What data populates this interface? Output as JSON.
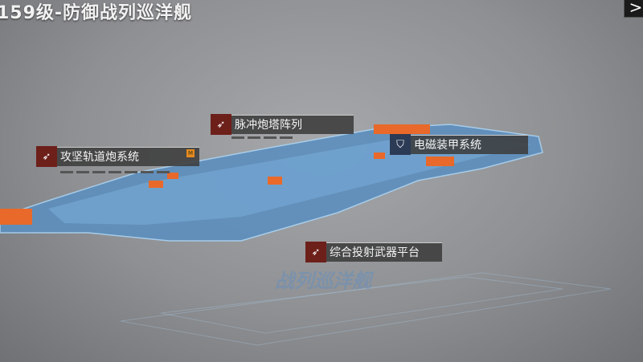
{
  "header": {
    "title": "159级-防御战列巡洋舰",
    "close_icon": ">"
  },
  "labels": [
    {
      "text": "攻坚轨道炮系统",
      "icon": "shell-icon",
      "badge": "M"
    },
    {
      "text": "脉冲炮塔阵列",
      "icon": "shell-icon"
    },
    {
      "text": "电磁装甲系统",
      "icon": "shield-icon"
    },
    {
      "text": "综合投射武器平台",
      "icon": "shell-icon"
    }
  ],
  "watermark": "战列巡洋舰",
  "colors": {
    "hull": "#5b9bd5",
    "accent": "#e8692a",
    "icon_bg": "#6d1f1a"
  }
}
